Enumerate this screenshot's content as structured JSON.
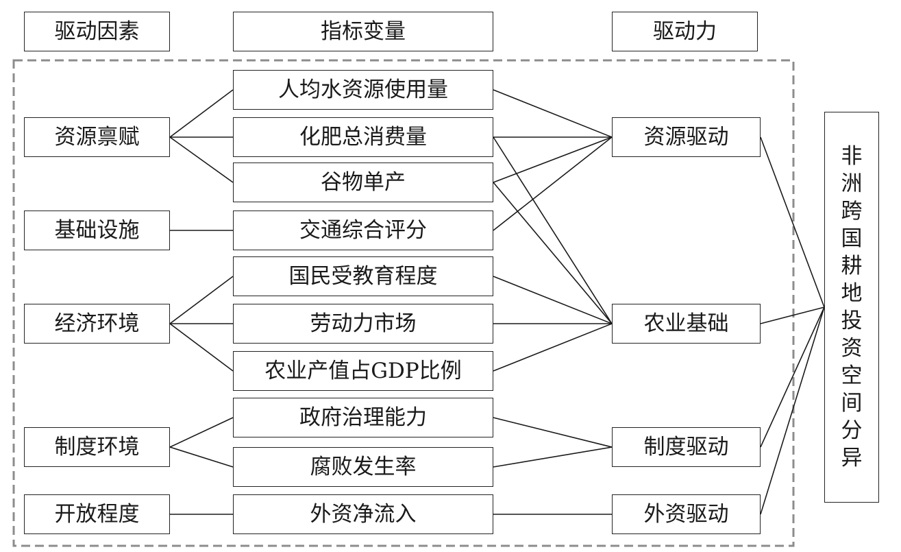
{
  "headers": {
    "factor": "驱动因素",
    "indicator": "指标变量",
    "force": "驱动力"
  },
  "factors": {
    "resource": "资源禀赋",
    "infrastructure": "基础设施",
    "economy": "经济环境",
    "institution": "制度环境",
    "openness": "开放程度"
  },
  "indicators": {
    "water": "人均水资源使用量",
    "fertilizer": "化肥总消费量",
    "cereal": "谷物单产",
    "traffic": "交通综合评分",
    "education": "国民受教育程度",
    "labor": "劳动力市场",
    "agri_gdp": "农业产值占GDP比例",
    "governance": "政府治理能力",
    "corruption": "腐败发生率",
    "fdi": "外资净流入"
  },
  "forces": {
    "resource_drive": "资源驱动",
    "agri_base": "农业基础",
    "institution_drive": "制度驱动",
    "foreign_drive": "外资驱动"
  },
  "outcome": [
    "非",
    "洲",
    "跨",
    "国",
    "耕",
    "地",
    "投",
    "资",
    "空",
    "间",
    "分",
    "异"
  ],
  "colors": {
    "line": "#1a1a1a",
    "dashed_border": "#8c8c8c"
  }
}
